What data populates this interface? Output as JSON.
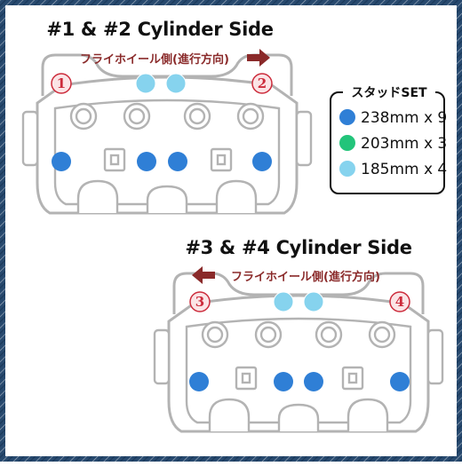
{
  "sections": [
    {
      "title": "#1 & #2 Cylinder Side",
      "flywheel_label": "フライホイール側(進行方向)",
      "arrow_direction": "right",
      "positions": [
        "1",
        "2"
      ]
    },
    {
      "title": "#3 & #4 Cylinder Side",
      "flywheel_label": "フライホイール側(進行方向)",
      "arrow_direction": "left",
      "positions": [
        "3",
        "4"
      ]
    }
  ],
  "legend": {
    "title": "スタッドSET",
    "items": [
      {
        "label": "238mm x 9",
        "color": "#2f7fd6"
      },
      {
        "label": "203mm x 3",
        "color": "#22c47a"
      },
      {
        "label": "185mm x 4",
        "color": "#86d3ee"
      }
    ]
  },
  "colors": {
    "border_pattern": "#27496e",
    "head_outline": "#b3b3b3",
    "arrow": "#8a2a2a",
    "position_marker": "#cc2b3b"
  }
}
